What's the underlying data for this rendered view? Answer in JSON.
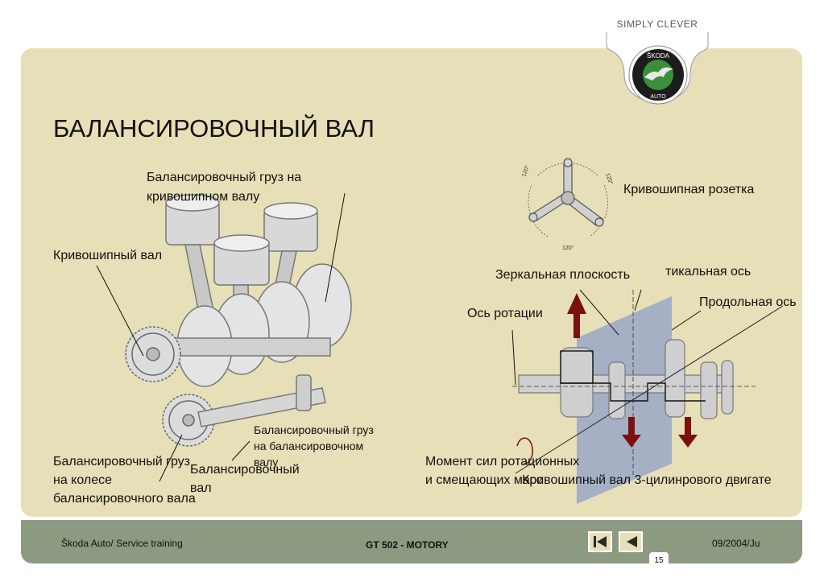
{
  "brand": {
    "tagline": "SIMPLY CLEVER",
    "logo_text_top": "ŠKODA",
    "logo_text_bottom": "AUTO"
  },
  "slide": {
    "title": "БАЛАНСИРОВОЧНЫЙ ВАЛ",
    "labels": {
      "crank_weight_1": "Балансировочный груз на",
      "crank_weight_2": "кривошипном валу",
      "crankshaft": "Кривошипный вал",
      "shaft_weight_1": "Балансировочный груз",
      "shaft_weight_2": "на балансировочном",
      "shaft_weight_3": "валу",
      "gear_weight_1": "Балансировочный груз",
      "gear_weight_2": "на колесе",
      "gear_weight_3": "балансировочного вала",
      "balance_shaft_1": "Балансировочный",
      "balance_shaft_2": "вал",
      "rosette": "Кривошипная розетка",
      "mirror_plane": "Зеркальная плоскость",
      "vertical_axis": "тикальная ось",
      "longitudinal_axis": "Продольная ось",
      "rotation_axis": "Ось ротации",
      "moment_1": "Момент сил ротационных",
      "moment_2": "и смещающих масс",
      "three_cyl": "Кривошипный вал 3-цилинрового двигате"
    },
    "rosette_angles": [
      "120°",
      "120°",
      "120°"
    ]
  },
  "footer": {
    "left": "Škoda Auto/ Service training",
    "center": "GT 502 - MOTORY",
    "right": "09/2004/Ju",
    "page": "15"
  },
  "colors": {
    "slate": "#e6dfb7",
    "footer": "#8b9a80",
    "arrow": "#7a1010",
    "plane": "#8fa0c8"
  }
}
